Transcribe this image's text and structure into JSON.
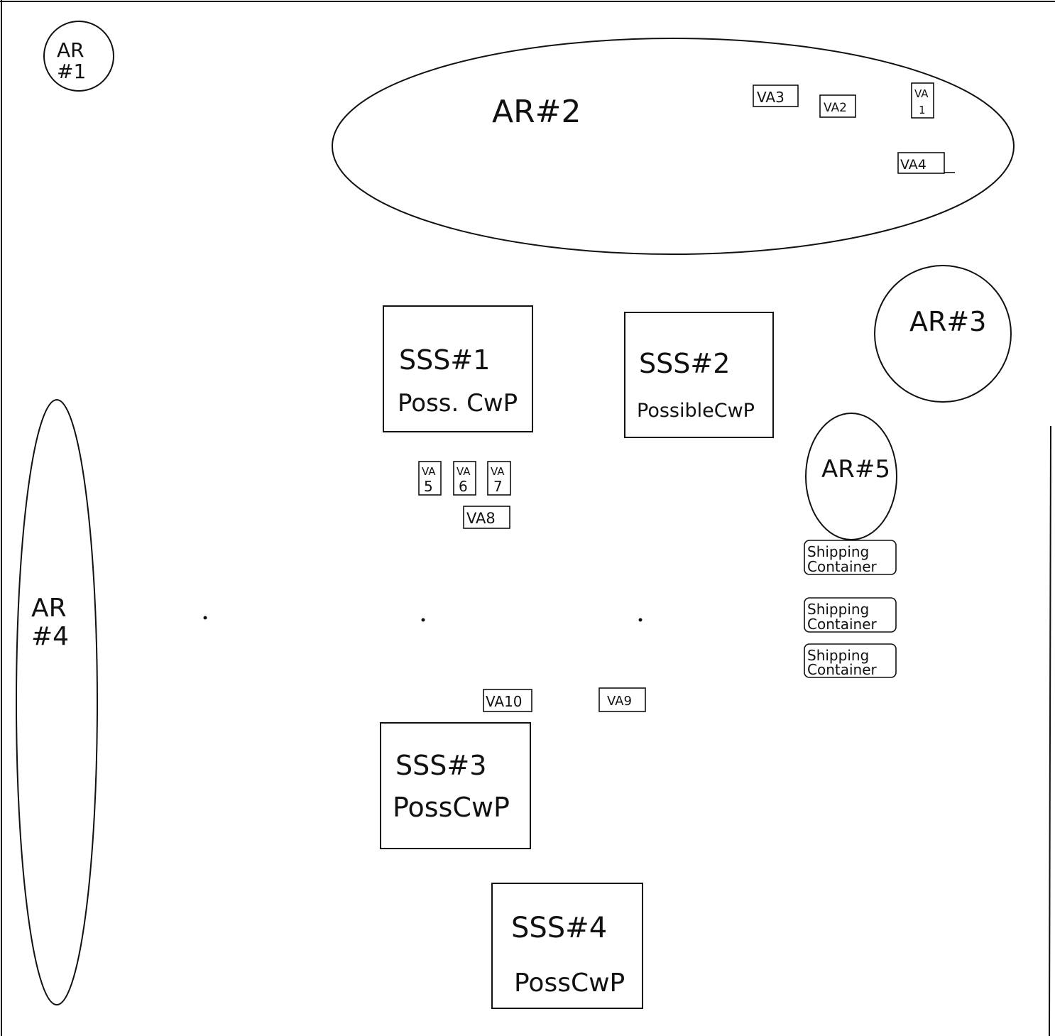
{
  "areas": {
    "ar1": {
      "line1": "AR",
      "line2": "#1"
    },
    "ar2": "AR#2",
    "ar3": "AR#3",
    "ar4": {
      "line1": "AR",
      "line2": "#4"
    },
    "ar5": "AR#5"
  },
  "sites": {
    "sss1": {
      "name": "SSS#1",
      "note": "Poss. CwP"
    },
    "sss2": {
      "name": "SSS#2",
      "note": "PossibleCwP"
    },
    "sss3": {
      "name": "SSS#3",
      "note": "PossCwP"
    },
    "sss4": {
      "name": "SSS#4",
      "note": "PossCwP"
    }
  },
  "vas": {
    "va1": {
      "line1": "VA",
      "line2": "1"
    },
    "va2": "VA2",
    "va3": "VA3",
    "va4": "VA4",
    "va5": {
      "line1": "VA",
      "line2": "5"
    },
    "va6": {
      "line1": "VA",
      "line2": "6"
    },
    "va7": {
      "line1": "VA",
      "line2": "7"
    },
    "va8": "VA8",
    "va9": "VA9",
    "va10": "VA10"
  },
  "containers": [
    {
      "line1": "Shipping",
      "line2": "Container"
    },
    {
      "line1": "Shipping",
      "line2": "Container"
    },
    {
      "line1": "Shipping",
      "line2": "Container"
    }
  ]
}
